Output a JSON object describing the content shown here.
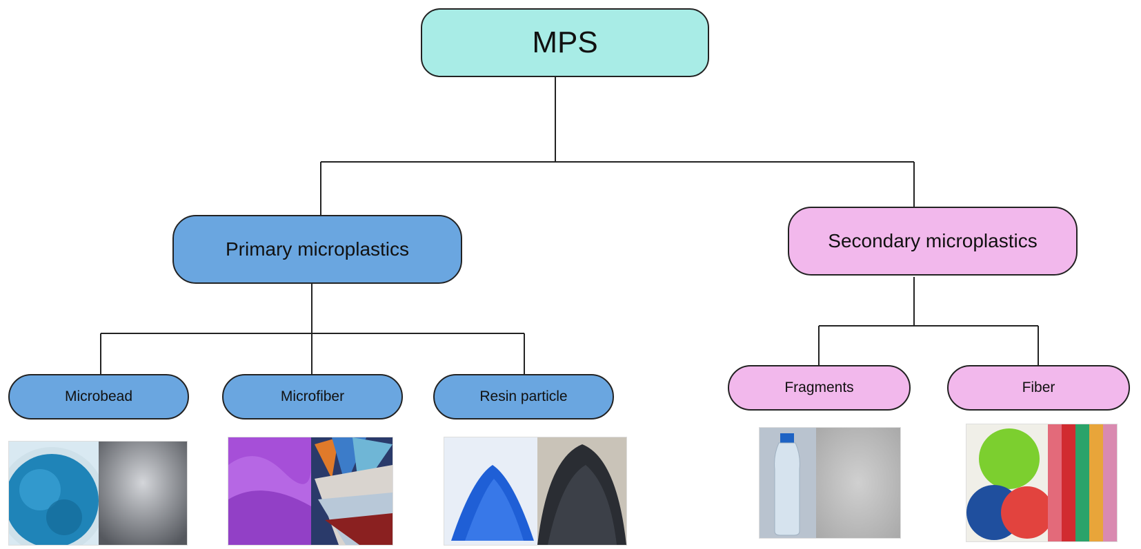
{
  "root": {
    "label": "MPS",
    "color": "#a8ece6"
  },
  "primary": {
    "label": "Primary microplastics",
    "color": "#6aa6e0"
  },
  "secondary": {
    "label": "Secondary microplastics",
    "color": "#f2b8ec"
  },
  "primary_types": [
    {
      "label": "Microbead"
    },
    {
      "label": "Microfiber"
    },
    {
      "label": "Resin particle"
    }
  ],
  "secondary_types": [
    {
      "label": "Fragments"
    },
    {
      "label": "Fiber"
    }
  ],
  "photos": [
    {
      "icon": "microbead-photo"
    },
    {
      "icon": "microfiber-photo"
    },
    {
      "icon": "resin-particle-photo"
    },
    {
      "icon": "fragments-photo"
    },
    {
      "icon": "fiber-photo"
    }
  ]
}
